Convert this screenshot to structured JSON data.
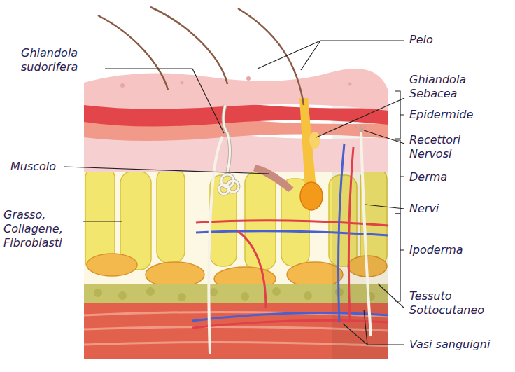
{
  "diagram": {
    "labels": [
      "Pelo",
      "Ghiandola sudorifera",
      "Ghiandola Sebacea",
      "Epidermide",
      "Recettori Nervosi",
      "Muscolo",
      "Derma",
      "Nervi",
      "Grasso, Collagene, Fibroblasti",
      "Ipoderma",
      "Tessuto Sottocutaneo",
      "Vasi sanguigni"
    ]
  }
}
